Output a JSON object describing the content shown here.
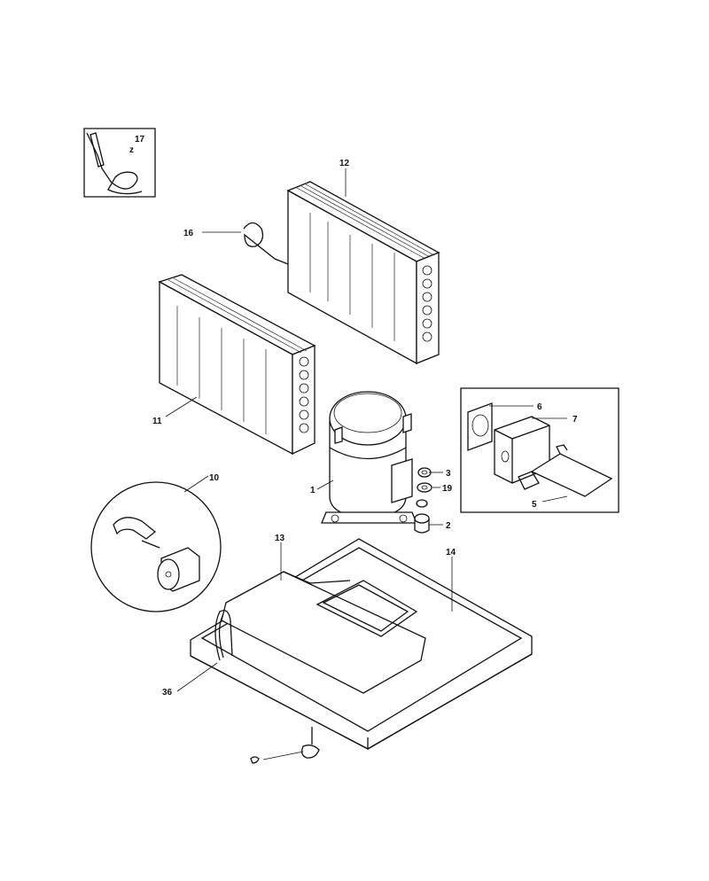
{
  "callouts": {
    "p1": "1",
    "p2": "2",
    "p3": "3",
    "p5": "5",
    "p6": "6",
    "p7": "7",
    "p10": "10",
    "p11": "11",
    "p12": "12",
    "p13": "13",
    "p14": "14",
    "p16": "16",
    "p17": "17",
    "p19": "19",
    "p36": "36"
  }
}
